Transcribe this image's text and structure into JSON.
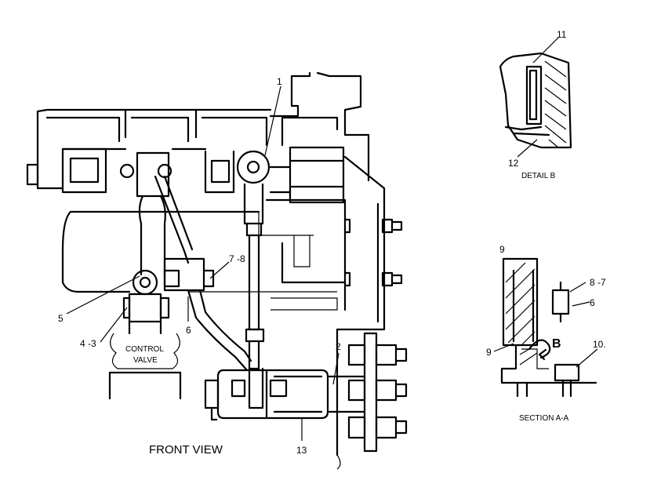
{
  "views": {
    "front_view": "FRONT  VIEW",
    "detail_b": "DETAIL  B",
    "section_aa": "SECTION  A-A"
  },
  "control_valve": {
    "line1": "CONTROL",
    "line2": "VALVE"
  },
  "callouts": {
    "c1": "1",
    "c2": "2",
    "c5": "5",
    "c43": "4 -3",
    "c6": "6",
    "c78": "7 -8",
    "c13": "13",
    "c11": "11",
    "c12": "12",
    "c9a": "9",
    "c9b": "9",
    "c87": "8 -7",
    "c6s": "6",
    "c10": "10.",
    "cB": "B"
  }
}
